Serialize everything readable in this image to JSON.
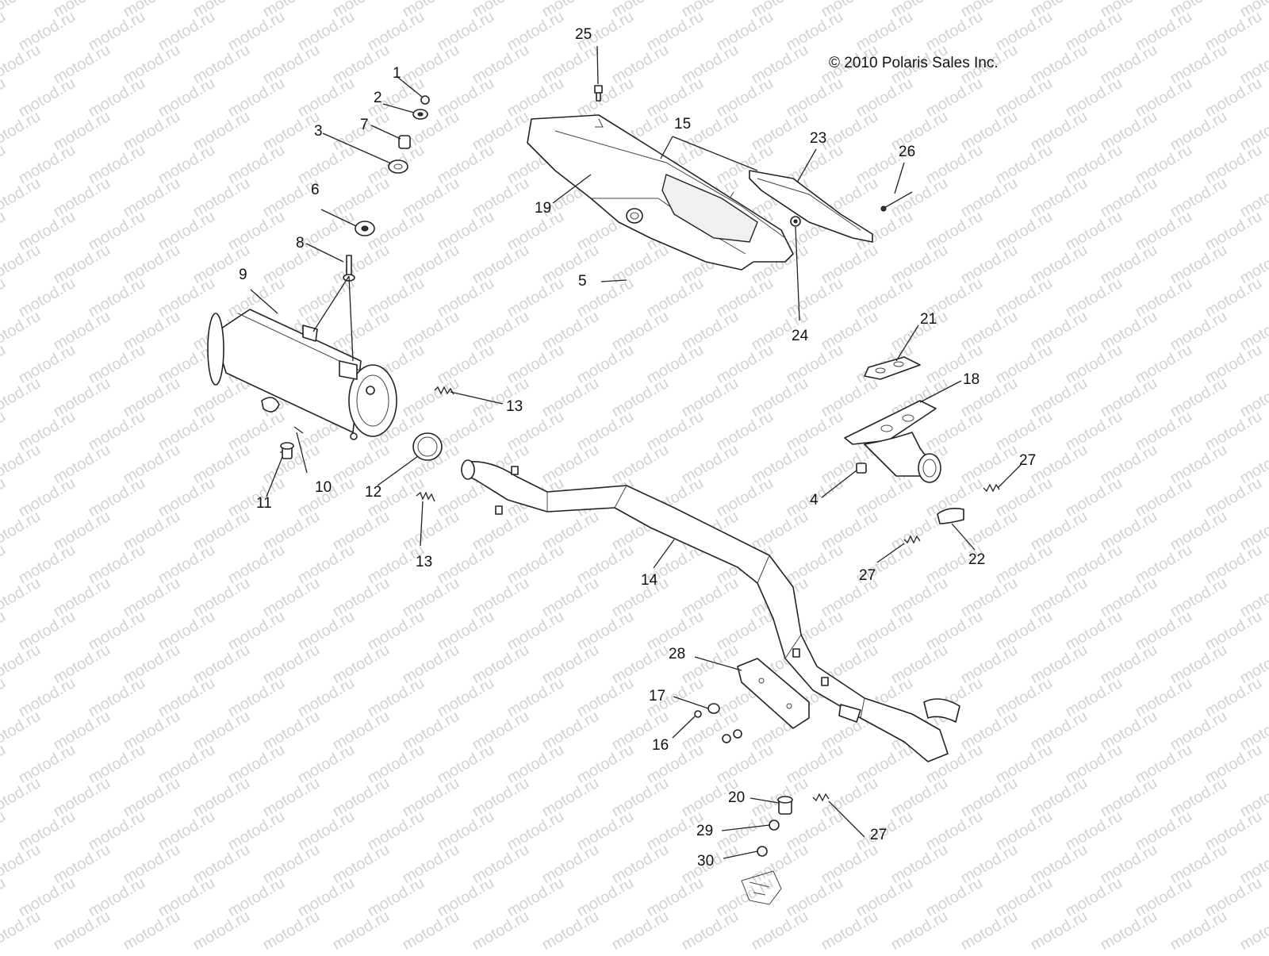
{
  "copyright": "© 2010 Polaris Sales Inc.",
  "watermark": "motod.ru",
  "callouts": [
    "1",
    "2",
    "3",
    "4",
    "5",
    "6",
    "7",
    "8",
    "9",
    "10",
    "11",
    "12",
    "13",
    "13",
    "14",
    "15",
    "16",
    "17",
    "18",
    "19",
    "20",
    "21",
    "22",
    "23",
    "24",
    "25",
    "26",
    "27",
    "27",
    "27",
    "28",
    "29",
    "30"
  ]
}
